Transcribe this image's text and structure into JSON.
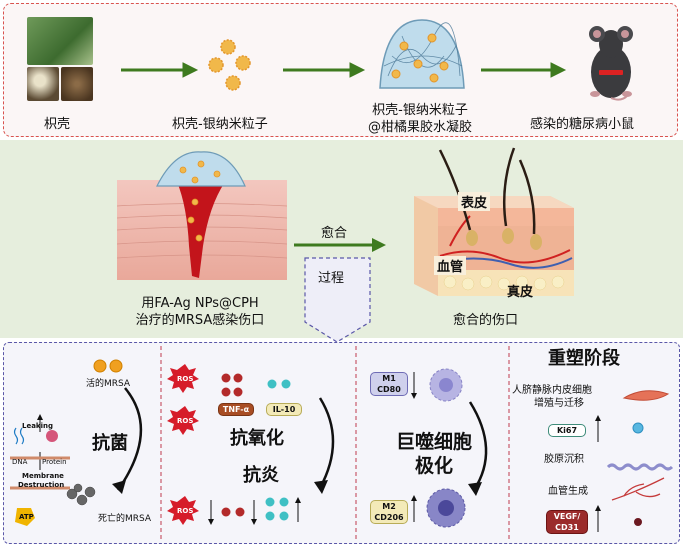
{
  "top": {
    "labels": {
      "fructus": "枳壳",
      "nps": "枳壳-银纳米粒子",
      "hydrogel_1": "枳壳-银纳米粒子",
      "hydrogel_2": "@柑橘果胶水凝胶",
      "mouse": "感染的糖尿病小鼠"
    }
  },
  "middle": {
    "wound_caption_1": "用FA-Ag NPs@CPH",
    "wound_caption_2": "治疗的MRSA感染伤口",
    "healing_label": "愈合",
    "process_label": "过程",
    "skin_epidermis": "表皮",
    "skin_vessel": "血管",
    "skin_dermis": "真皮",
    "healed_caption": "愈合的伤口"
  },
  "bottom": {
    "antibacterial": {
      "live": "活的MRSA",
      "dead": "死亡的MRSA",
      "title": "抗菌",
      "leaking": "Leaking",
      "dna": "DNA",
      "protein": "Protein",
      "membrane_1": "Membrane",
      "membrane_2": "Destruction",
      "atp": "ATP"
    },
    "antioxidant": {
      "title_1": "抗氧化",
      "title_2": "抗炎",
      "ros": "ROS",
      "tnf": "TNF-α",
      "il10": "IL-10"
    },
    "macrophage": {
      "title_1": "巨噬细胞",
      "title_2": "极化",
      "m1_1": "M1",
      "m1_2": "CD80",
      "m2_1": "M2",
      "m2_2": "CD206"
    },
    "remodel": {
      "title": "重塑阶段",
      "huvec_1": "人脐静脉内皮细胞",
      "huvec_2": "增殖与迁移",
      "ki67": "Ki67",
      "collagen": "胶原沉积",
      "angio": "血管生成",
      "vegf_1": "VEGF/",
      "vegf_2": "CD31"
    }
  },
  "colors": {
    "arrow_green": "#3e7a1f",
    "top_border": "#d9534f",
    "middle_bg": "#e6eedd",
    "bottom_border": "#5a57a8",
    "bottom_bg": "#f5f5fa"
  }
}
